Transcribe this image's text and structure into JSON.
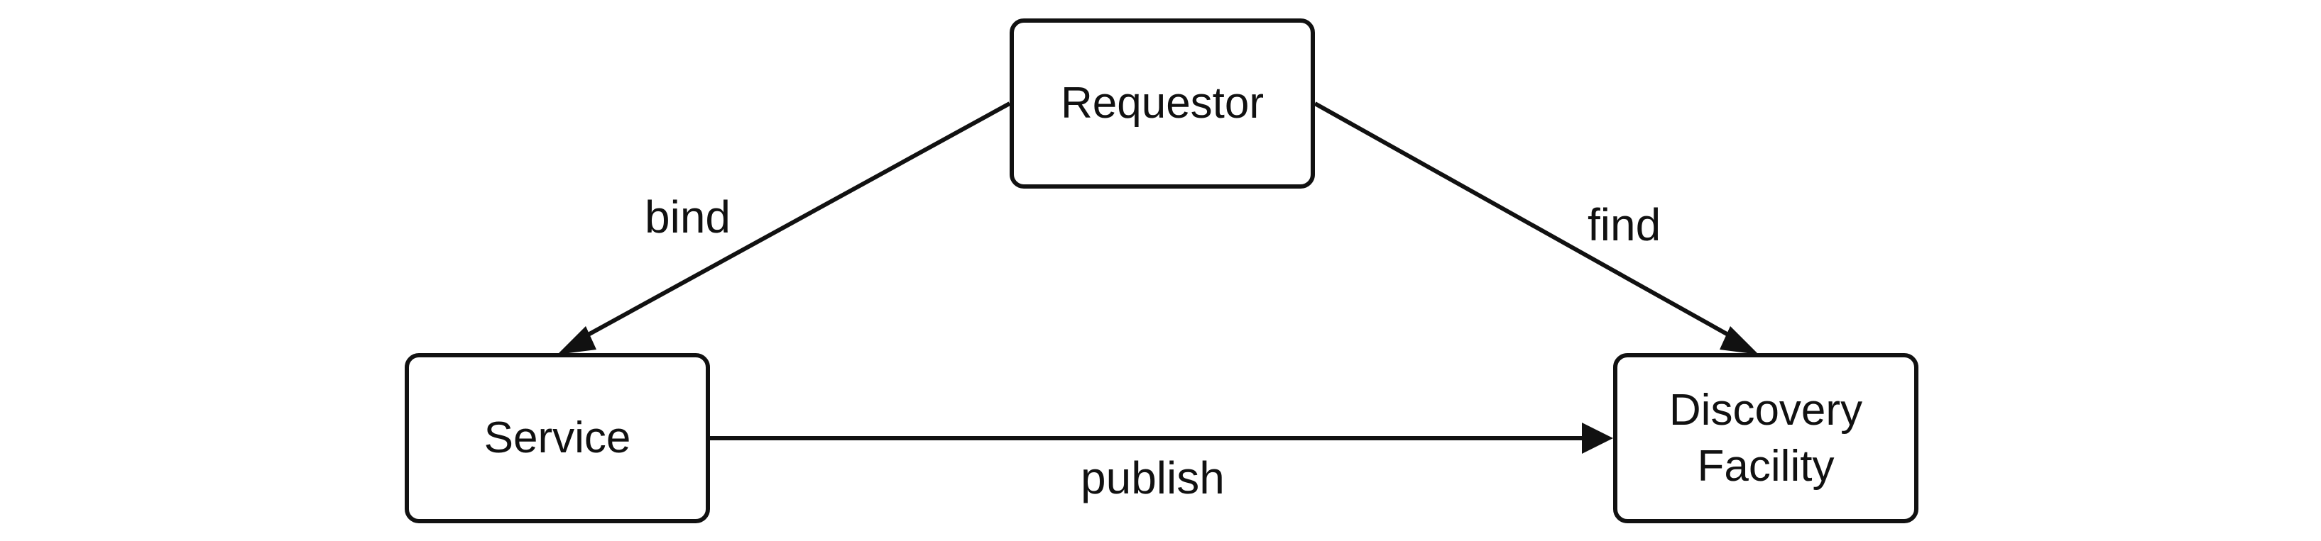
{
  "nodes": {
    "requestor": {
      "label": "Requestor"
    },
    "service": {
      "label": "Service"
    },
    "discovery_facility": {
      "lines": [
        "Discovery",
        "Facility"
      ]
    }
  },
  "edges": {
    "bind": {
      "label": "bind",
      "from": "Requestor",
      "to": "Service"
    },
    "find": {
      "label": "find",
      "from": "Requestor",
      "to": "Discovery Facility"
    },
    "publish": {
      "label": "publish",
      "from": "Service",
      "to": "Discovery Facility"
    }
  },
  "colors": {
    "stroke": "#111111",
    "background": "#ffffff"
  }
}
